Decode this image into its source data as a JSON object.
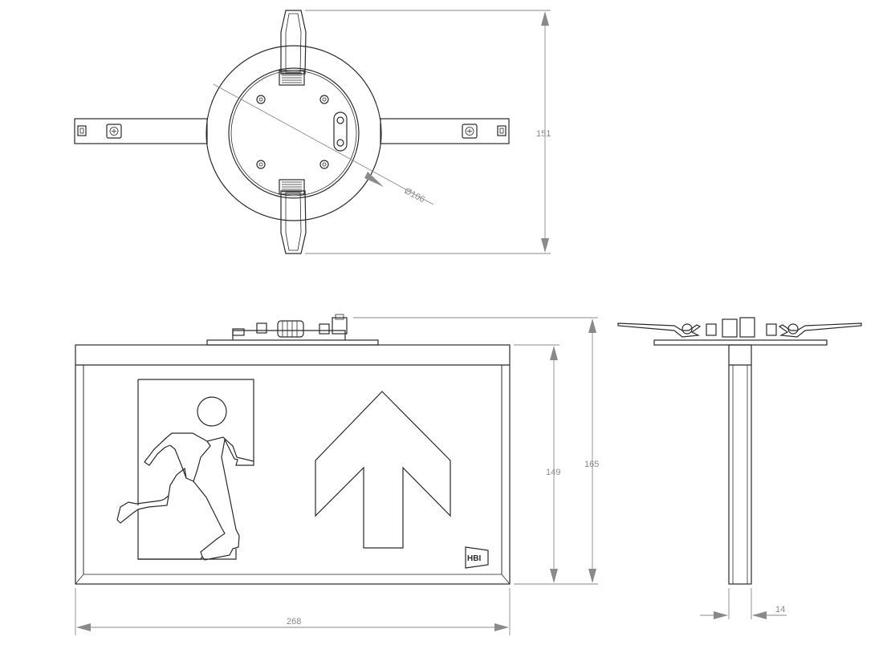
{
  "dimensions": {
    "top_height": "151",
    "diameter": "Ø106",
    "sign_height_inner": "149",
    "sign_height_total": "165",
    "sign_width": "268",
    "side_depth": "14"
  },
  "brand_logo": "HBI",
  "colors": {
    "line": "#2a2a2a",
    "dimension": "#8a8a8a"
  }
}
